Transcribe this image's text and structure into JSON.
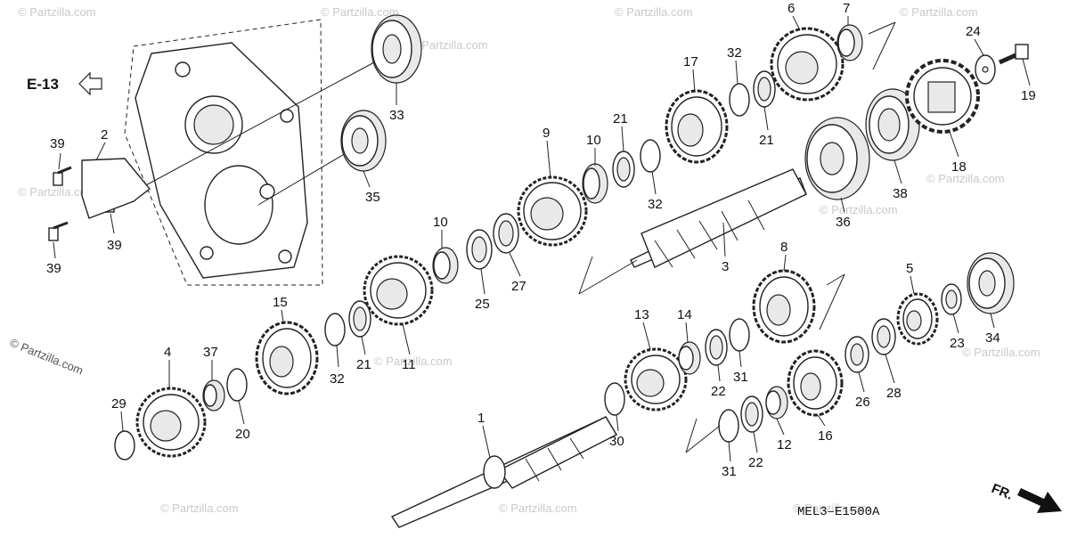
{
  "diagram": {
    "reference": "E-13",
    "code": "MEL3–E1500A",
    "front_label": "FR.",
    "watermark": "© Partzilla.com",
    "watermark_short": "© Partzilla.com"
  },
  "callouts": {
    "n1": "1",
    "n2": "2",
    "n3": "3",
    "n4": "4",
    "n5": "5",
    "n6": "6",
    "n7": "7",
    "n8": "8",
    "n9": "9",
    "n10a": "10",
    "n10b": "10",
    "n11": "11",
    "n12": "12",
    "n13": "13",
    "n14": "14",
    "n15": "15",
    "n16": "16",
    "n17": "17",
    "n18": "18",
    "n19": "19",
    "n20": "20",
    "n21a": "21",
    "n21b": "21",
    "n21c": "21",
    "n22a": "22",
    "n22b": "22",
    "n23": "23",
    "n24": "24",
    "n25": "25",
    "n26": "26",
    "n27": "27",
    "n28": "28",
    "n29": "29",
    "n30": "30",
    "n31a": "31",
    "n31b": "31",
    "n32a": "32",
    "n32b": "32",
    "n32c": "32",
    "n33": "33",
    "n34": "34",
    "n35": "35",
    "n36": "36",
    "n37": "37",
    "n38": "38",
    "n39a": "39",
    "n39b": "39",
    "n39c": "39"
  },
  "icons": {
    "reference_arrow": "arrow-left-outline-icon",
    "front_arrow": "arrow-down-right-filled-icon"
  }
}
